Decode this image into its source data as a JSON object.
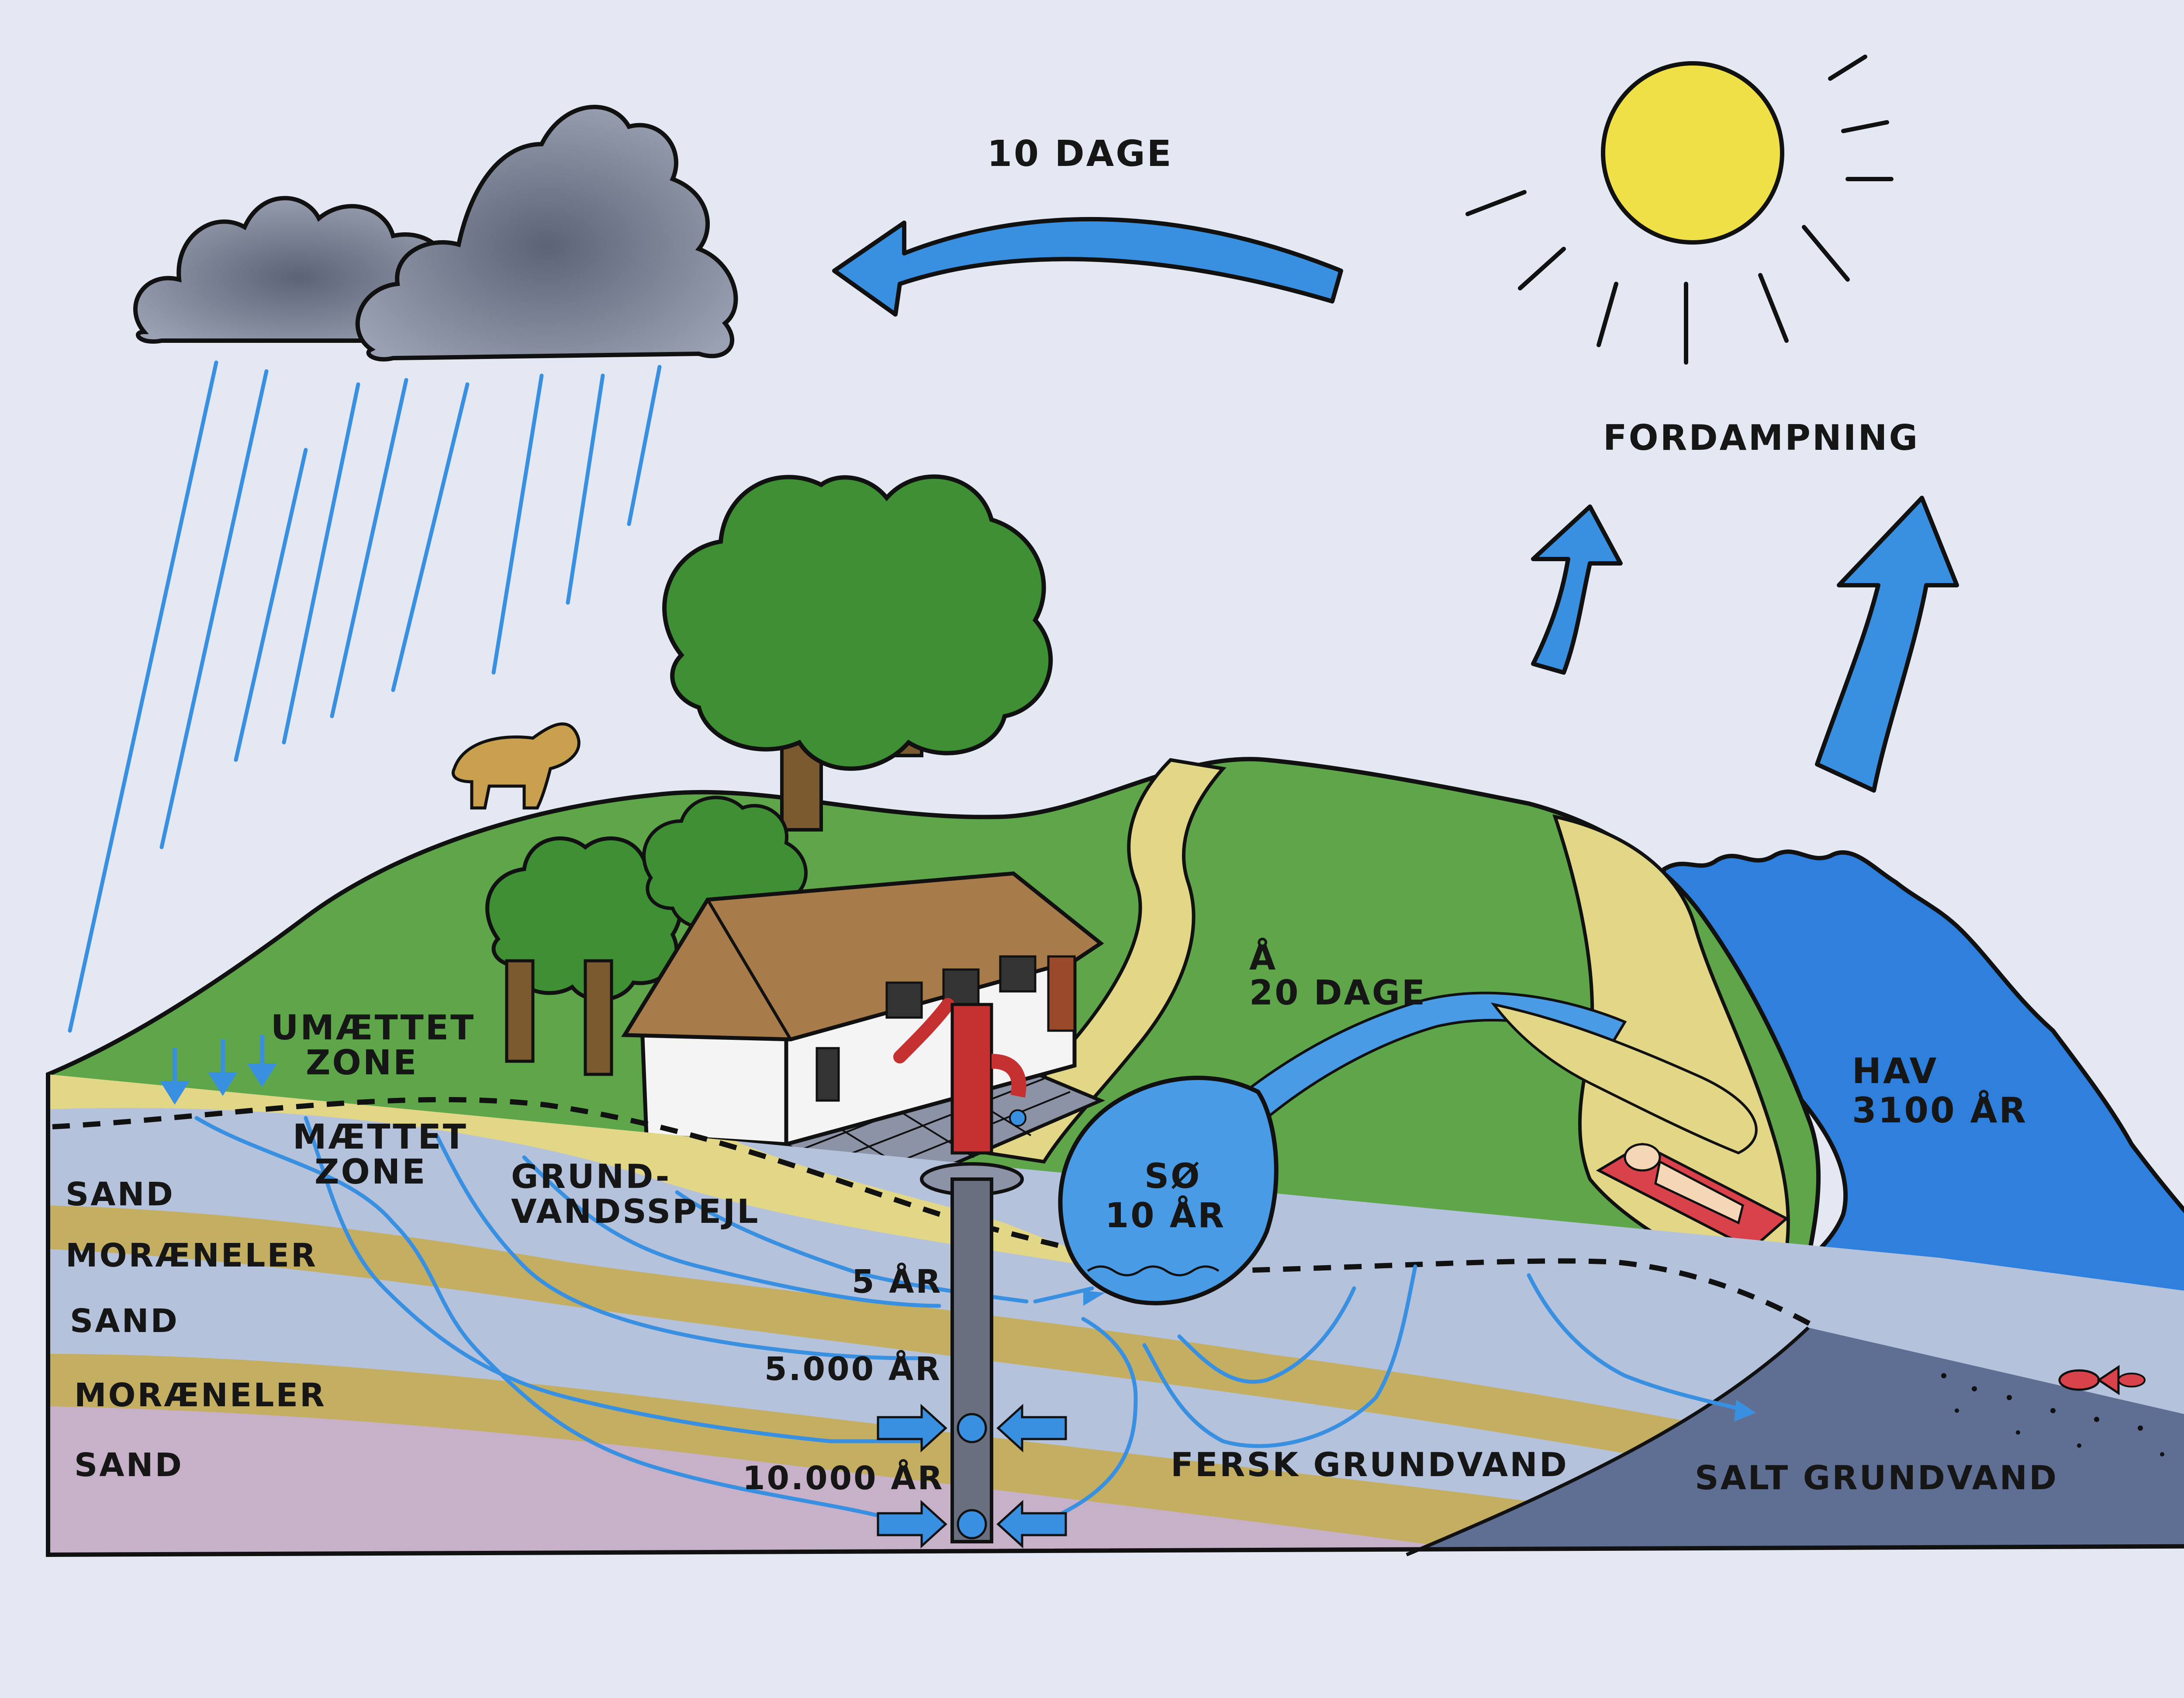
{
  "labels": {
    "evaporation_time": "10 DAGE",
    "evaporation": "FORDAMPNING",
    "unsaturated_zone_line1": "UMÆTTET",
    "unsaturated_zone_line2": "ZONE",
    "saturated_zone_line1": "MÆTTET",
    "saturated_zone_line2": "ZONE",
    "water_table_line1": "GRUND-",
    "water_table_line2": "VANDSSPEJL",
    "river_line1": "Å",
    "river_line2": "20 DAGE",
    "lake_line1": "SØ",
    "lake_line2": "10 ÅR",
    "sea_line1": "HAV",
    "sea_line2": "3100 ÅR",
    "age_5": "5 ÅR",
    "age_5000": "5.000 ÅR",
    "age_10000": "10.000 ÅR",
    "fresh_groundwater": "FERSK GRUNDVAND",
    "salt_groundwater": "SALT GRUNDVAND"
  },
  "layers": {
    "sand_1": "SAND",
    "clay_1": "MORÆNELER",
    "sand_2": "SAND",
    "clay_2": "MORÆNELER",
    "sand_3": "SAND"
  },
  "colors": {
    "background": "#e3e8f3",
    "sky_arrow": "#3a90e0",
    "sun": "#f0e048",
    "grass": "#5fa64a",
    "tree": "#3f8f35",
    "sea": "#2f7fdc",
    "lake": "#4a9be6",
    "sand_layer": "#b5c2dc",
    "clay_layer": "#c4ae62",
    "salt_zone": "#5f6f94",
    "pump": "#c53030",
    "cloud": "#7c8496"
  }
}
